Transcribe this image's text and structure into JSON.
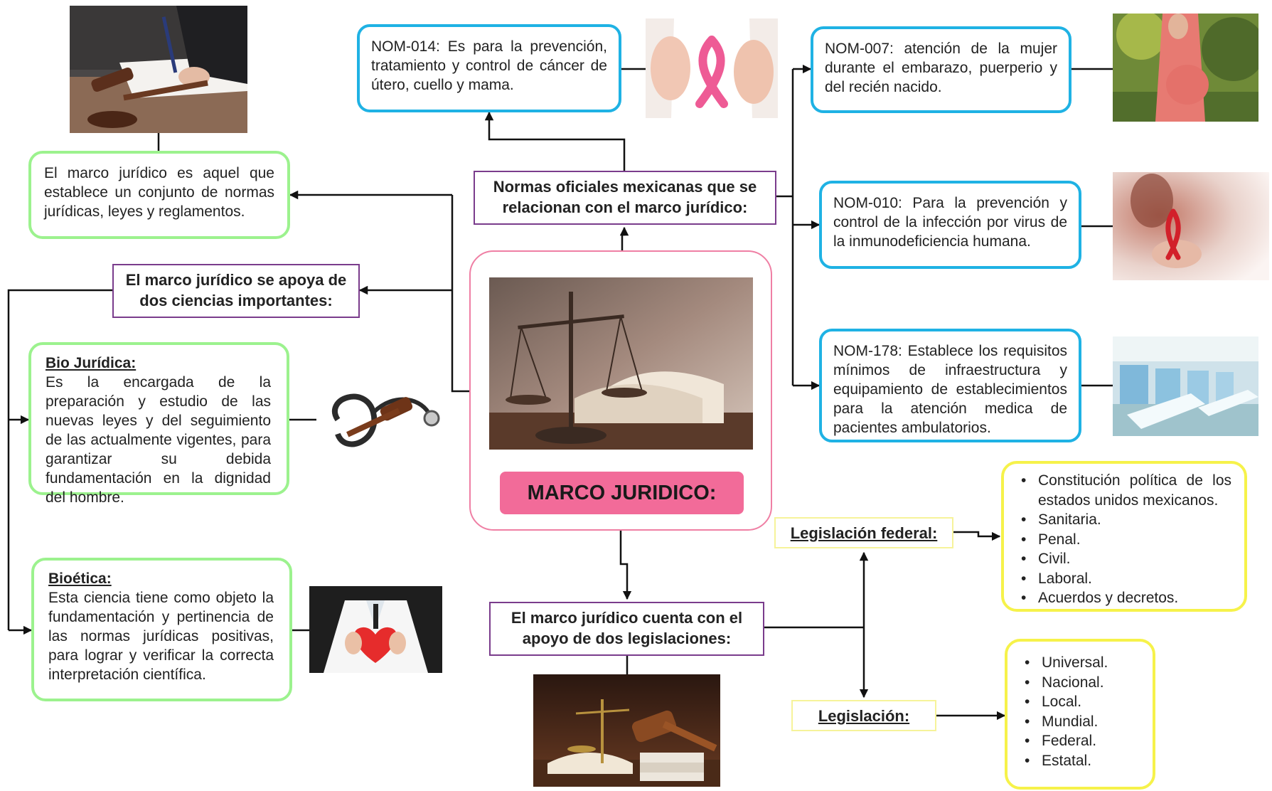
{
  "title": "MARCO JURIDICO:",
  "colors": {
    "blue_border": "#1fb2e4",
    "green_border": "#9cf28e",
    "yellow_border": "#f6f24a",
    "purple_border": "#7a3c8c",
    "title_pink": "#f26b99"
  },
  "nodes": {
    "normas": "Normas oficiales mexicanas que se relacionan con el marco jurídico:",
    "definicion": "El marco jurídico es aquel que establece un conjunto de normas jurídicas, leyes y reglamentos.",
    "apoya": "El marco jurídico se apoya de dos ciencias importantes:",
    "legislaciones": "El marco jurídico cuenta con el apoyo de dos legislaciones:"
  },
  "noms": {
    "nom014": "NOM-014: Es para la prevención, tratamiento y control de cáncer de útero, cuello y mama.",
    "nom007": "NOM-007: atención de la mujer durante el embarazo, puerperio y del recién nacido.",
    "nom010": "NOM-010: Para la prevención y control de la infección por virus de la inmunodeficiencia humana.",
    "nom178": "NOM-178: Establece los requisitos mínimos de infraestructura y equipamiento de establecimientos para la atención medica de pacientes ambulatorios."
  },
  "ciencias": {
    "bio_title": "Bio Jurídica:",
    "bio_text": "Es la encargada de la preparación y estudio de las nuevas leyes y del seguimiento de las actualmente vigentes, para garantizar su debida fundamentación en la dignidad del hombre.",
    "bioetica_title": "Bioética:",
    "bioetica_text": "Esta ciencia tiene como objeto la fundamentación y pertinencia de las normas jurídicas positivas, para lograr y verificar la correcta interpretación científica."
  },
  "legislacion_federal": {
    "label": "Legislación federal:",
    "items": [
      "Constitución política de los estados unidos mexicanos.",
      "Sanitaria.",
      "Penal.",
      "Civil.",
      "Laboral.",
      "Acuerdos y decretos."
    ]
  },
  "legislacion": {
    "label": "Legislación:",
    "items": [
      "Universal.",
      "Nacional.",
      "Local.",
      "Mundial.",
      "Federal.",
      "Estatal."
    ]
  },
  "icons": {
    "judge_desk": "gavel-writing-photo",
    "scales": "scales-of-justice-photo",
    "pink_ribbon": "pink-ribbon-photo",
    "pregnant": "pregnant-woman-photo",
    "red_ribbon": "red-ribbon-photo",
    "hospital": "hospital-ward-photo",
    "stethoscope": "stethoscope-gavel-photo",
    "doctor_heart": "doctor-heart-photo",
    "gavel_books": "gavel-books-photo"
  }
}
